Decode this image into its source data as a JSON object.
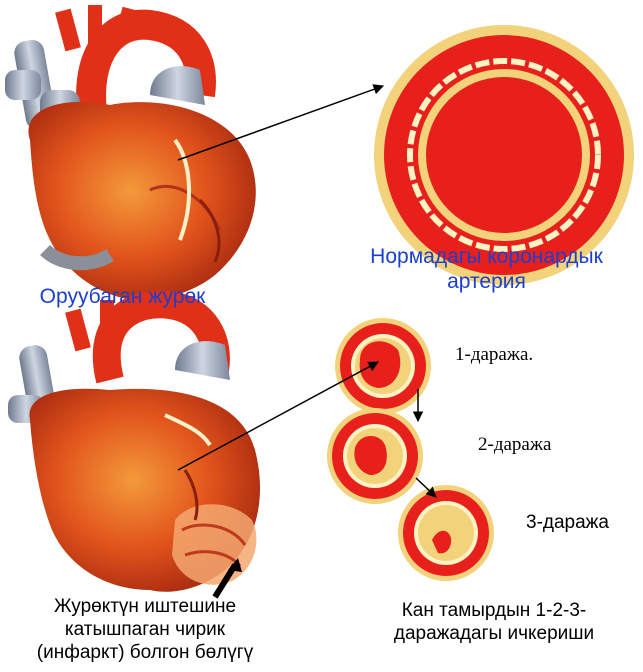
{
  "labels": {
    "diseased_heart": "Оруубаган журөк",
    "normal_artery_line1": "Нормадагы коронардык",
    "normal_artery_line2": "артерия",
    "degree_1": "1-даража.",
    "degree_2": "2-даража",
    "degree_3": "3-даража",
    "infarct_line1": "Журөктүн иштешине",
    "infarct_line2": "катышпаган чирик",
    "infarct_line3": "(инфаркт) болгон бөлүгү",
    "stenosis_line1": "Кан тамырдын 1-2-3-",
    "stenosis_line2": "даражадагы ичкериши"
  },
  "colors": {
    "label_blue": "#1a3fd1",
    "artery_red": "#e8201c",
    "artery_yellow": "#f2d27a",
    "plaque_white": "#fff3c4",
    "heart_orange": "#e2541c",
    "vessel_grey": "#9aa6b8"
  }
}
